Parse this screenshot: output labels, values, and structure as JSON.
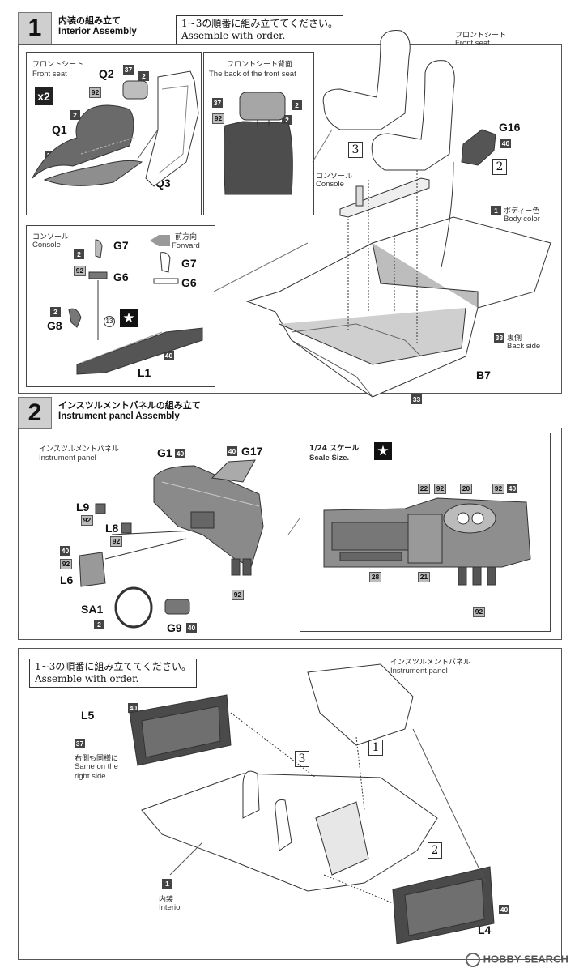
{
  "step1": {
    "number": "1",
    "title_jp": "内装の組み立て",
    "title_en": "Interior Assembly",
    "order_jp": "1~3の順番に組み立ててください。",
    "order_en": "Assemble with order.",
    "front_seat_panel": {
      "label_jp": "フロントシート",
      "label_en": "Front seat",
      "multiplier": "x2",
      "parts": [
        "Q2",
        "Q1",
        "Q3"
      ],
      "colors": [
        "37",
        "2",
        "92",
        "2",
        "37"
      ]
    },
    "seat_back_panel": {
      "label_jp": "フロントシート背面",
      "label_en": "The back of the front seat",
      "colors": [
        "37",
        "2",
        "92",
        "2"
      ]
    },
    "console_panel": {
      "label_jp": "コンソール",
      "label_en": "Console",
      "forward_jp": "前方向",
      "forward_en": "Forward",
      "parts": [
        "G7",
        "G6",
        "G8",
        "L1",
        "G7",
        "G6"
      ],
      "colors": [
        "2",
        "92",
        "2",
        "13",
        "40"
      ]
    },
    "main": {
      "front_seat_jp": "フロントシート",
      "front_seat_en": "Front seat",
      "console_jp": "コンソール",
      "console_en": "Console",
      "body_color_num": "1",
      "body_color_jp": "ボディー色",
      "body_color_en": "Body color",
      "back_side_num": "33",
      "back_side_jp": "裏側",
      "back_side_en": "Back side",
      "g16": "G16",
      "g16_color": "40",
      "b7": "B7",
      "colors": [
        "92",
        "40",
        "33"
      ],
      "seq": [
        "3",
        "2",
        "1"
      ]
    }
  },
  "step2": {
    "number": "2",
    "title_jp": "インスツルメントパネルの組み立て",
    "title_en": "Instrument panel Assembly",
    "ip_panel": {
      "label_jp": "インスツルメントパネル",
      "label_en": "Instrument panel",
      "parts": [
        "G1",
        "G17",
        "L9",
        "L8",
        "L6",
        "SA1",
        "G9"
      ],
      "colors": [
        "40",
        "40",
        "92",
        "92",
        "40",
        "92",
        "92",
        "2",
        "40"
      ]
    },
    "scale_panel": {
      "label_jp": "1/24 スケール",
      "label_en": "Scale Size.",
      "colors": [
        "22",
        "92",
        "20",
        "92",
        "40",
        "28",
        "21",
        "92"
      ]
    }
  },
  "step3": {
    "order_jp": "1~3の順番に組み立ててください。",
    "order_en": "Assemble with order.",
    "ip_jp": "インスツルメントパネル",
    "ip_en": "Instrument panel",
    "l5": "L5",
    "l4": "L4",
    "colors": [
      "40",
      "37",
      "40"
    ],
    "same_on_right_jp": "右側も同様に",
    "same_on_right_en": [
      "Same on the",
      "right side"
    ],
    "interior_num": "1",
    "interior_jp": "内装",
    "interior_en": "Interior",
    "seq": [
      "3",
      "1",
      "2"
    ]
  },
  "watermark": "HOBBY SEARCH"
}
